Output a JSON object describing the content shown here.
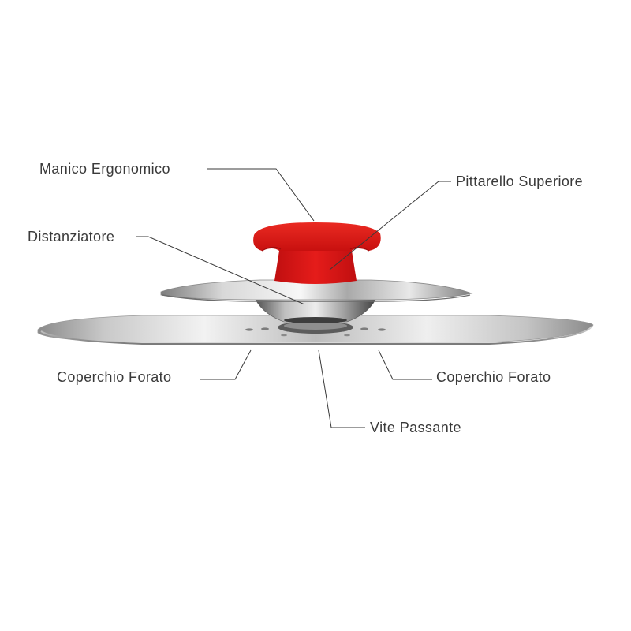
{
  "labels": {
    "manico": "Manico Ergonomico",
    "pittarello": "Pittarello Superiore",
    "distanziatore": "Distanziatore",
    "coperchio_left": "Coperchio Forato",
    "coperchio_right": "Coperchio Forato",
    "vite": "Vite Passante"
  },
  "colors": {
    "knob_red": "#e3191b",
    "steel_light": "#e6e6e6",
    "steel_dark": "#6f6f6f",
    "leader_line": "#3a3a3a",
    "label_text": "#3a3a3a"
  }
}
